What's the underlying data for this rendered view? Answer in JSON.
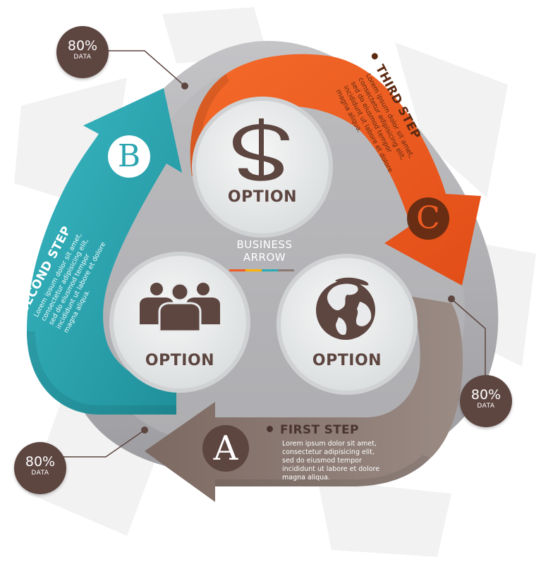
{
  "center": {
    "line1": "BUSINESS",
    "line2": "ARROW",
    "bar_colors": [
      "#f15a24",
      "#ffb300",
      "#29a9b5",
      "#8a7a72"
    ]
  },
  "options": [
    {
      "label": "OPTION",
      "icon": "dollar-icon"
    },
    {
      "label": "OPTION",
      "icon": "people-icon"
    },
    {
      "label": "OPTION",
      "icon": "globe-icon"
    }
  ],
  "steps": {
    "first": {
      "letter": "A",
      "title": "FIRST STEP",
      "body": "Lorem ipsum dolor sit amet, consectetur adipisicing elit, sed do eiusmod tempor incididunt ut labore et dolore magna aliqua.",
      "color": "#8b7a73"
    },
    "second": {
      "letter": "B",
      "title": "SECOND STEP",
      "body": "Lorem ipsum dolor sit amet, consectetur adipisicing elit, sed do eiusmod tempor incididunt ut labore et dolore magna aliqua.",
      "color": "#2aa5b0"
    },
    "third": {
      "letter": "C",
      "title": "THIRD STEP",
      "body": "Lorem ipsum dolor sit amet, consectetur adipisicing elit, sed do eiusmod tempor incididunt ut labore et dolore magna aliqua.",
      "color": "#ef5a22"
    }
  },
  "badges": [
    {
      "value": "80%",
      "unit": "DATA"
    },
    {
      "value": "80%",
      "unit": "DATA"
    },
    {
      "value": "80%",
      "unit": "DATA"
    }
  ],
  "colors": {
    "badge": "#5d4540",
    "background_shape": "#a9a9ad",
    "option_circle": "#e8eaeb",
    "icon": "#5d4540"
  }
}
